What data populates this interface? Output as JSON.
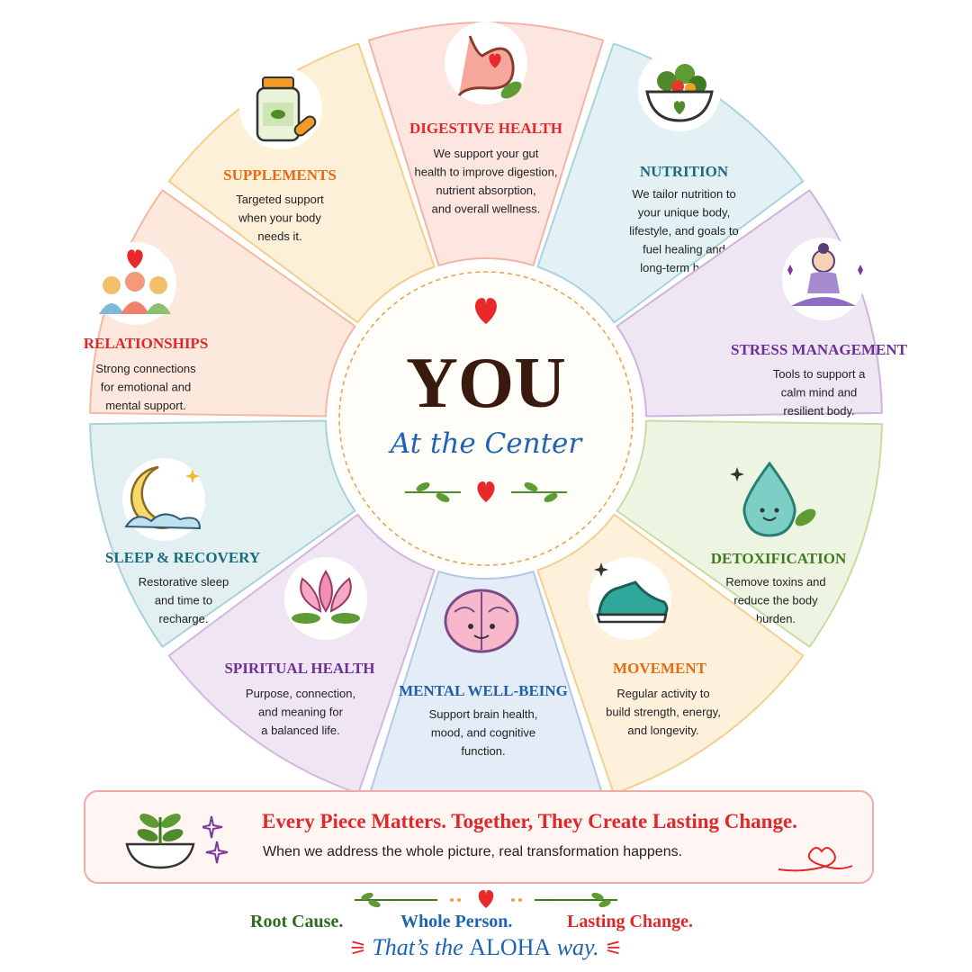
{
  "center": {
    "title": "YOU",
    "subtitle": "At the Center"
  },
  "segments": [
    {
      "key": "digestive",
      "title": "DIGESTIVE HEALTH",
      "title_color": "#e2262a",
      "fill": "#fde6e0",
      "stroke": "#f3b4a6",
      "icon": "stomach-icon",
      "lines": [
        "We support your gut",
        "health to improve digestion,",
        "nutrient absorption,",
        "and overall wellness."
      ]
    },
    {
      "key": "nutrition",
      "title": "NUTRITION",
      "title_color": "#1b6b80",
      "fill": "#e3f1f4",
      "stroke": "#a9d3de",
      "icon": "salad-bowl-icon",
      "lines": [
        "We tailor nutrition to",
        "your unique body,",
        "lifestyle, and goals to",
        "fuel healing and",
        "long-term health."
      ]
    },
    {
      "key": "stress",
      "title": "STRESS MANAGEMENT",
      "title_color": "#6e2f95",
      "fill": "#efe6f4",
      "stroke": "#cdb4dd",
      "icon": "meditation-icon",
      "lines": [
        "Tools to support a",
        "calm mind and",
        "resilient body."
      ]
    },
    {
      "key": "detox",
      "title": "DETOXIFICATION",
      "title_color": "#3f7a1f",
      "fill": "#eef4e2",
      "stroke": "#c9dca4",
      "icon": "water-drop-icon",
      "lines": [
        "Remove toxins and",
        "reduce the body",
        "burden."
      ]
    },
    {
      "key": "movement",
      "title": "MOVEMENT",
      "title_color": "#e86a12",
      "fill": "#fdf1dc",
      "stroke": "#f4cf8f",
      "icon": "sneaker-icon",
      "lines": [
        "Regular activity to",
        "build strength, energy,",
        "and longevity."
      ]
    },
    {
      "key": "mental",
      "title": "MENTAL WELL-BEING",
      "title_color": "#1f5fa8",
      "fill": "#e4ecf7",
      "stroke": "#b3c8e6",
      "icon": "brain-icon",
      "lines": [
        "Support brain health,",
        "mood, and cognitive",
        "function."
      ]
    },
    {
      "key": "spiritual",
      "title": "SPIRITUAL HEALTH",
      "title_color": "#6e2f95",
      "fill": "#f0e6f3",
      "stroke": "#d2b6de",
      "icon": "lotus-icon",
      "lines": [
        "Purpose, connection,",
        "and meaning for",
        "a balanced life."
      ]
    },
    {
      "key": "sleep",
      "title": "SLEEP & RECOVERY",
      "title_color": "#1b6b80",
      "fill": "#e2f0f2",
      "stroke": "#a8d2d9",
      "icon": "moon-icon",
      "lines": [
        "Restorative sleep",
        "and time to",
        "recharge."
      ]
    },
    {
      "key": "relationships",
      "title": "RELATIONSHIPS",
      "title_color": "#e2262a",
      "fill": "#fde8dd",
      "stroke": "#f4b9a0",
      "icon": "people-heart-icon",
      "lines": [
        "Strong connections",
        "for emotional and",
        "mental support."
      ]
    },
    {
      "key": "supplements",
      "title": "SUPPLEMENTS",
      "title_color": "#e86a12",
      "fill": "#fdf0d8",
      "stroke": "#f3cf8c",
      "icon": "supplement-bottle-icon",
      "lines": [
        "Targeted support",
        "when your body",
        "needs it."
      ]
    }
  ],
  "banner": {
    "title": "Every Piece Matters. Together, They Create Lasting Change.",
    "subtitle": "When we address the whole picture, real transformation happens."
  },
  "tagline": {
    "root_cause": "Root Cause.",
    "whole_person": "Whole Person.",
    "lasting_change": "Lasting Change.",
    "closing_prefix": "That’s the",
    "closing_brand": "ALOHA",
    "closing_suffix": "way."
  },
  "colors": {
    "root_cause": "#2e6b1f",
    "whole_person": "#1f64b3",
    "lasting_change": "#e0282b",
    "heart": "#e8282a",
    "you_text": "#3a1a0e",
    "center_subtitle": "#1f64b3"
  }
}
